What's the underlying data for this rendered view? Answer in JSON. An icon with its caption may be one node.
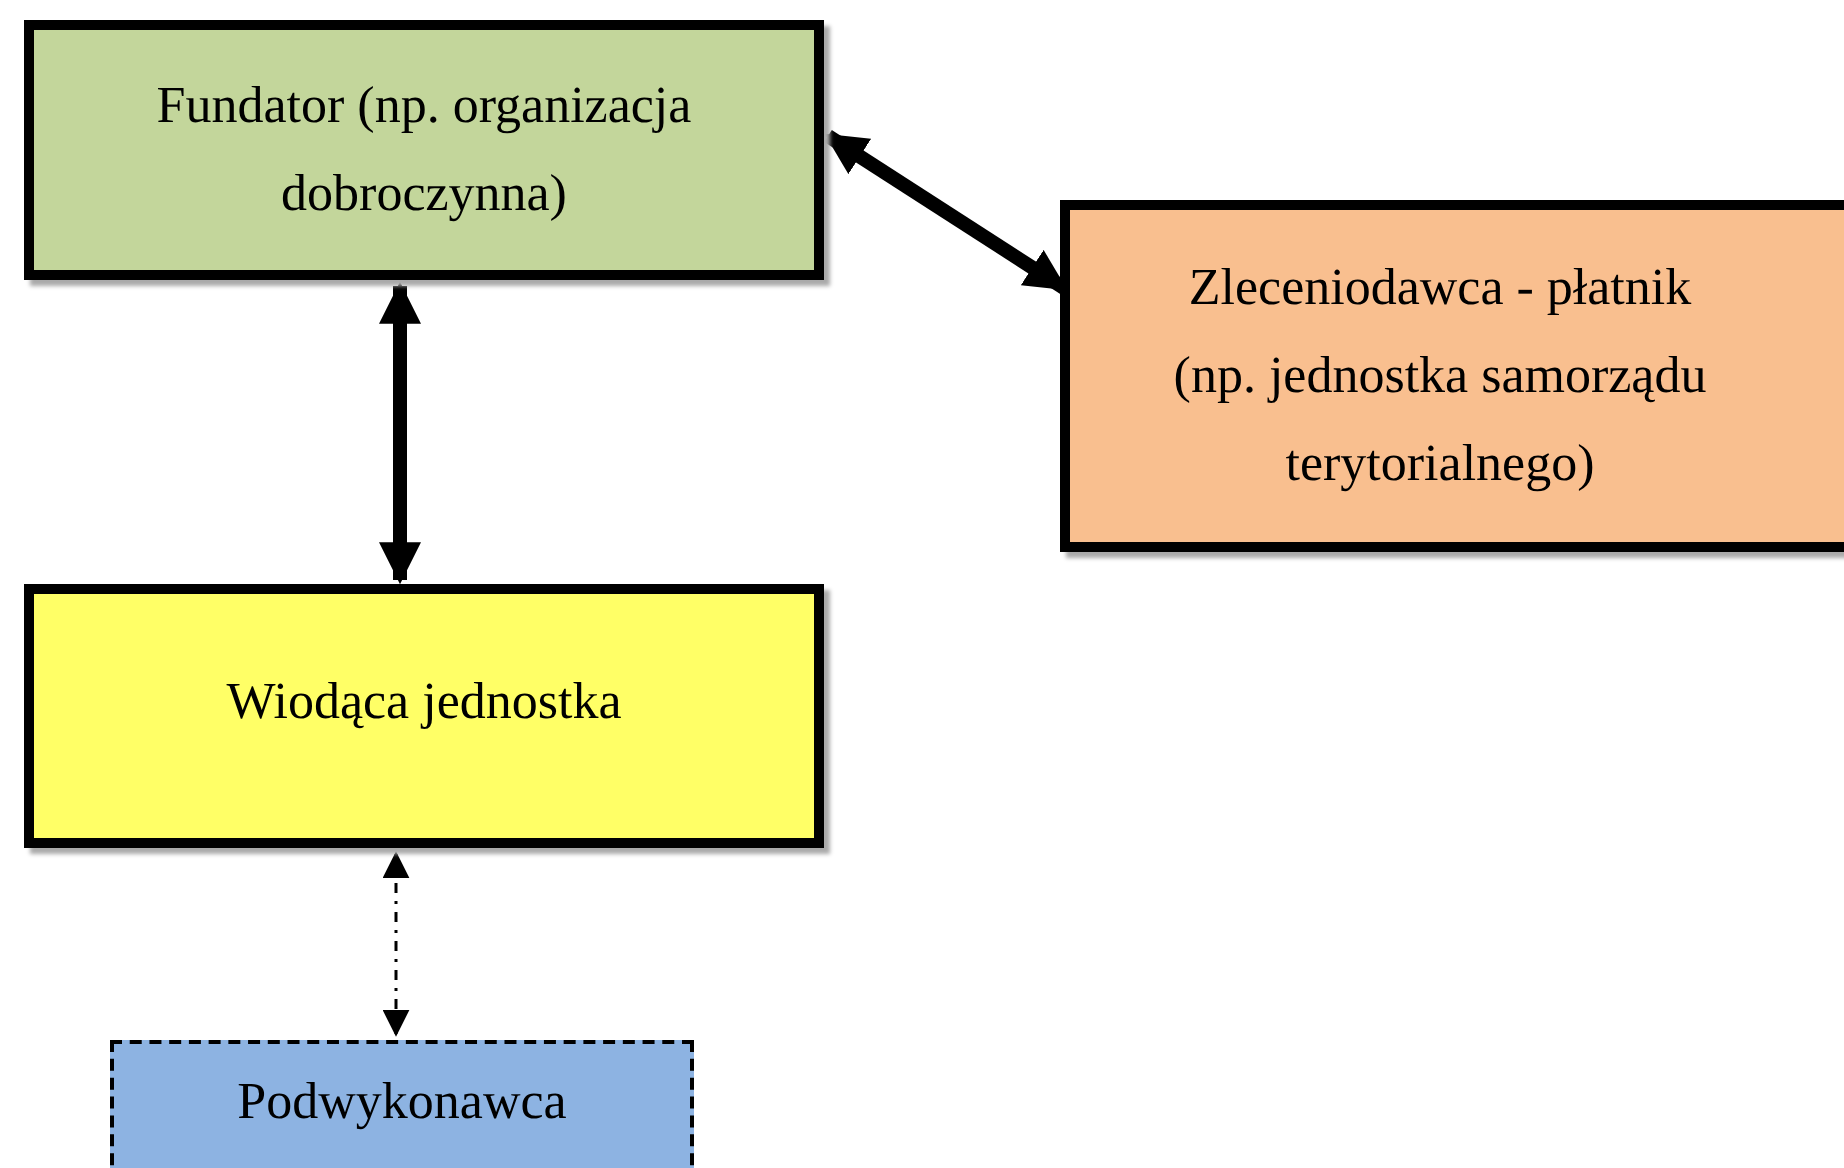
{
  "diagram": {
    "nodes": [
      {
        "text": [
          "Fundator (np. organizacja dobroczynna)"
        ]
      },
      {
        "text": [
          "Zleceniodawca - płatnik",
          "(np. jednostka samorządu terytorialnego)"
        ]
      },
      {
        "text": [
          "Wiodąca jednostka"
        ]
      },
      {
        "text": [
          "Podwykonawca"
        ]
      }
    ],
    "edges": [
      {
        "from": 0,
        "to": 1,
        "arrow": "both"
      },
      {
        "from": 0,
        "to": 2,
        "arrow": "both"
      },
      {
        "from": 2,
        "to": 3,
        "arrow": "both",
        "style": "dashed"
      }
    ]
  }
}
